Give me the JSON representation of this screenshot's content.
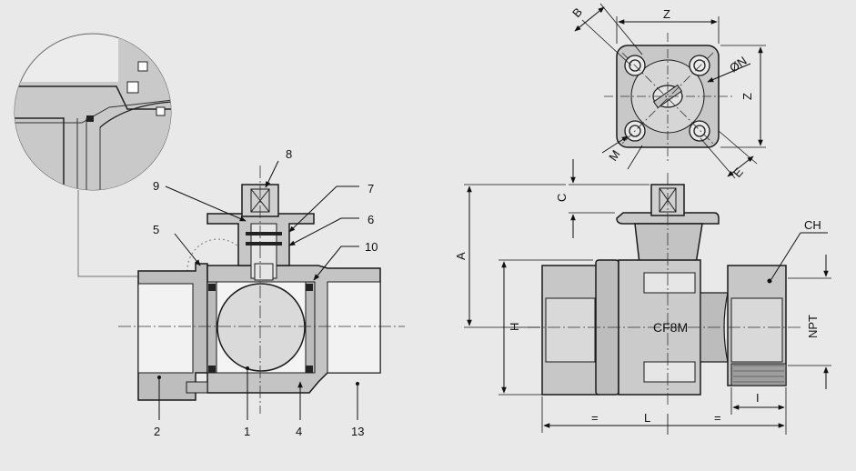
{
  "section_view": {
    "callouts": {
      "c8": "8",
      "c9": "9",
      "c7": "7",
      "c6": "6",
      "c5": "5",
      "c10": "10",
      "c2": "2",
      "c1": "1",
      "c4": "4",
      "c13": "13"
    }
  },
  "top_view": {
    "labels": {
      "b": "B",
      "z_top": "Z",
      "z_side": "Z",
      "n": "ØN",
      "m": "M",
      "e": "E"
    }
  },
  "side_view": {
    "labels": {
      "c": "C",
      "a": "A",
      "h": "H",
      "ch": "CH",
      "material": "CF8M",
      "npt": "NPT",
      "l": "L",
      "eq_left": "=",
      "eq_right": "=",
      "i": "I"
    }
  },
  "colors": {
    "background": "#e9e9e9",
    "metal": "#b9b9b9",
    "metal_light": "#d3d3d3",
    "outline": "#1a1a1a"
  }
}
